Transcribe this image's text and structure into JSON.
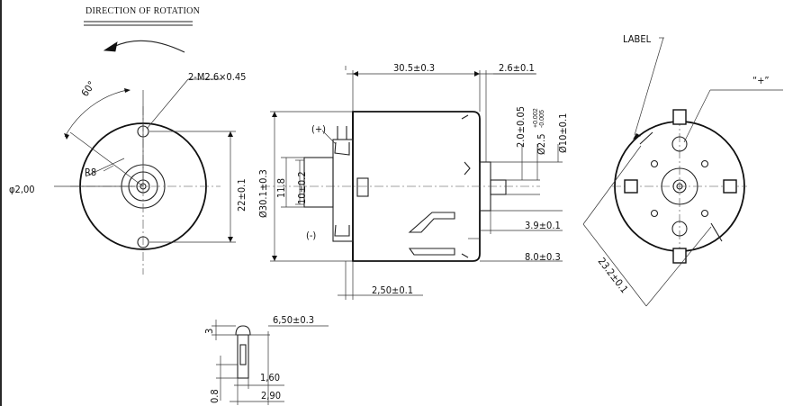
{
  "title": "DIRECTION OF ROTATION",
  "label_text": "LABEL",
  "plus_marker": "“+”",
  "front_view": {
    "hole_callout": "2-M2.6×0.45",
    "angle": "60°",
    "radius": "R8",
    "shaft_dia": "φ2,00",
    "hole_spacing": "22±0.1"
  },
  "side_view": {
    "body_length": "30.5±0.3",
    "shaft_ext": "2.6±0.1",
    "bearing_protrusion": "2.0±0.05",
    "shaft_dia_base": "Ø2.5",
    "shaft_tol_upper": "+0.002",
    "shaft_tol_lower": "-0.005",
    "boss_dia": "Ø10±0.1",
    "body_dia": "Ø30.1±0.3",
    "terminal_span": "11.8",
    "terminal_inner": "10±0.2",
    "plus_sign": "(+)",
    "minus_sign": "(-)",
    "dim_3_9": "3.9±0.1",
    "dim_8_0": "8.0±0.3",
    "dim_2_50": "2,50±0.1"
  },
  "rear_view": {
    "diagonal": "23.2±0.1"
  },
  "terminal_detail": {
    "width": "6,50±0.3",
    "height": "3",
    "dim_1_60": "1,60",
    "dim_0_8": "0.8",
    "dim_2_90": "2,90"
  }
}
